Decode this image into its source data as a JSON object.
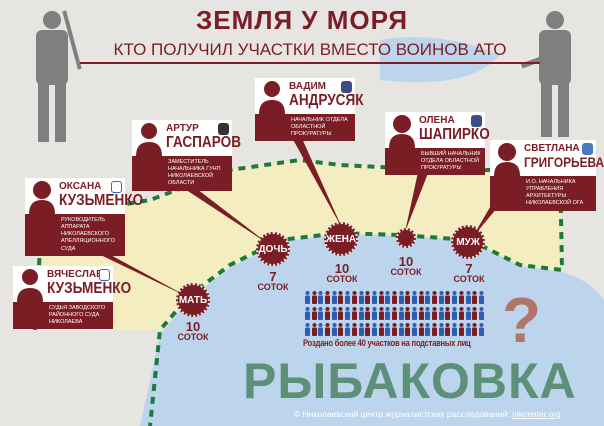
{
  "header": {
    "title": "ЗЕМЛЯ У МОРЯ",
    "subtitle": "КТО ПОЛУЧИЛ УЧАСТКИ ВМЕСТО ВОИНОВ АТО"
  },
  "colors": {
    "accent": "#7a1d24",
    "land": "#f3edc0",
    "sea": "#bcd5ec",
    "border": "#1f7a3a",
    "town": "#5c9079",
    "people_blue": "#2f5eae"
  },
  "officials": [
    {
      "first": "ВАДИМ",
      "last": "АНДРУСЯК",
      "position": "Начальник отдела областной прокуратуры",
      "emblem": "prosecutor-emblem"
    },
    {
      "first": "АРТУР",
      "last": "ГАСПАРОВ",
      "position": "Заместитель начальника ГУНП Николаевской области",
      "emblem": "police-emblem"
    },
    {
      "first": "ОКСАНА",
      "last": "КУЗЬМЕНКО",
      "position": "Руководитель аппарата Николаевского апелляционного суда",
      "emblem": "court-emblem"
    },
    {
      "first": "ВЯЧЕСЛАВ",
      "last": "КУЗЬМЕНКО",
      "position": "Судья Заводского районного суда Николаева",
      "emblem": "court-emblem"
    },
    {
      "first": "ОЛЕНА",
      "last": "ШАПИРКО",
      "position": "Бывший начальник отдела областной прокуратуры",
      "emblem": "prosecutor-emblem"
    },
    {
      "first": "СВЕТЛАНА",
      "last": "ГРИГОРЬЕВА",
      "position": "И.о. начальника управления архитектуры Николаевской ОГА",
      "emblem": "city-emblem"
    }
  ],
  "relatives": [
    {
      "label": "МАТЬ",
      "amount": "10",
      "unit": "СОТОК"
    },
    {
      "label": "ДОЧЬ",
      "amount": "7",
      "unit": "СОТОК"
    },
    {
      "label": "ЖЕНА",
      "amount": "10",
      "unit": "СОТОК"
    },
    {
      "label": "",
      "amount": "10",
      "unit": "СОТОК"
    },
    {
      "label": "МУЖ",
      "amount": "7",
      "unit": "СОТОК"
    }
  ],
  "caption": "Роздано более 40 участков на подставных лиц",
  "question": "?",
  "town": "РЫБАКОВКА",
  "copyright": "© Николаевский центр журналистских расследований: ",
  "copyright_link": "nikcenter.org"
}
